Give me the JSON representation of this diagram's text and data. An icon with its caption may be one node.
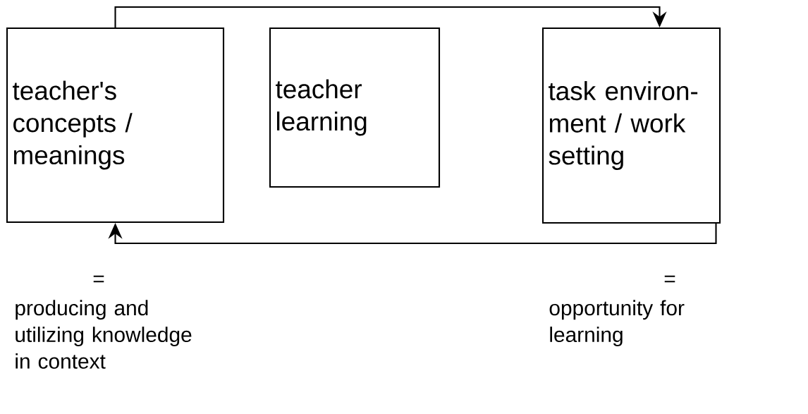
{
  "diagram": {
    "nodes": [
      {
        "text": [
          "teacher's concepts / meanings"
        ]
      },
      {
        "text": [
          "teacher learning"
        ]
      },
      {
        "text": [
          "task environ- ment / work setting"
        ]
      }
    ],
    "edges": [
      {
        "from": 0,
        "to": 2,
        "arrow": "to"
      },
      {
        "from": 2,
        "to": 0,
        "arrow": "to"
      }
    ],
    "labels": [
      "=",
      "=",
      "producing and utilizing knowledge in context",
      "opportunity for learning"
    ]
  }
}
